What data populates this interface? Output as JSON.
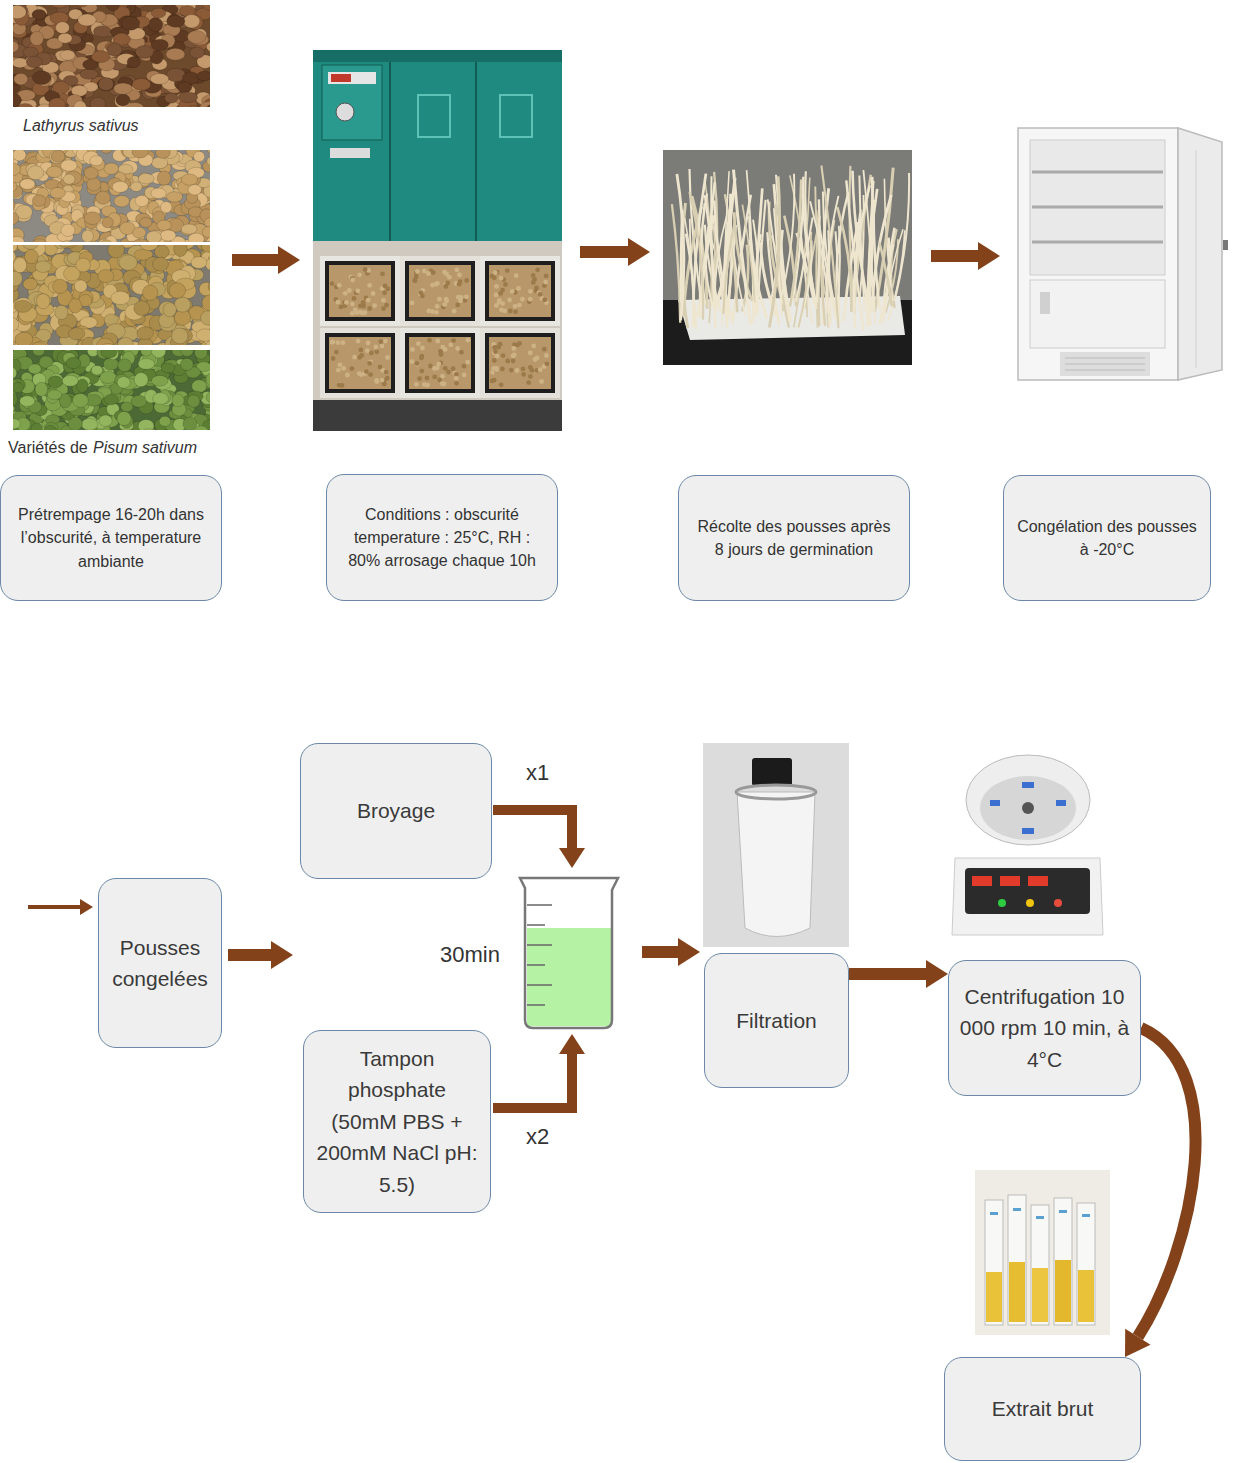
{
  "diagram": {
    "nodes": [
      {
        "text": [
          "Prétrempage 16-20h dans l’obscurité, à temperature ambiante"
        ]
      },
      {
        "text": [
          "Conditions : obscurité temperature : 25°C, RH : 80% arrosage chaque 10h"
        ]
      },
      {
        "text": [
          "Récolte des pousses après 8 jours de germination"
        ]
      },
      {
        "text": [
          "Congélation des pousses à -20°C"
        ]
      },
      {
        "text": [
          "Pousses congelées"
        ]
      },
      {
        "text": [
          "Broyage"
        ]
      },
      {
        "text": [
          "Tampon phosphate (50mM PBS + 200mM NaCl pH: 5.5)"
        ]
      },
      {
        "text": [
          "Filtration"
        ]
      },
      {
        "text": [
          "Centrifugation 10 000 rpm 10 min, à 4°C"
        ]
      },
      {
        "text": [
          "Extrait brut"
        ]
      }
    ],
    "edges": [
      {
        "from": 7,
        "to": 8,
        "arrow": "to"
      },
      {
        "from": 8,
        "to": 9,
        "arrow": "to"
      }
    ],
    "labels": [
      "Lathyrus sativus",
      "Variétés de",
      "Pisum sativum",
      "x1",
      "30min",
      "x2"
    ]
  }
}
